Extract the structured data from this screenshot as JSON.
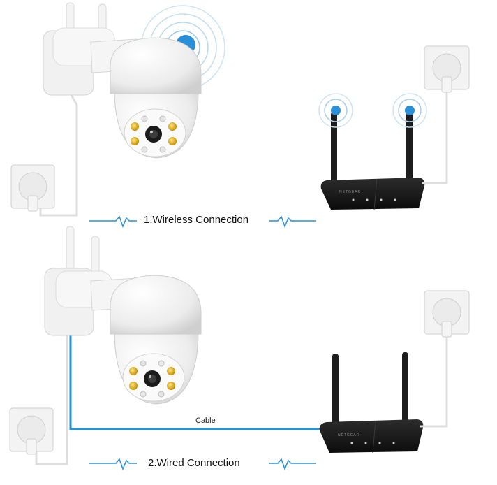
{
  "sections": [
    {
      "caption": "1.Wireless Connection",
      "brand": "NETGEAR"
    },
    {
      "caption": "2.Wired Connection",
      "cable_label": "Cable",
      "brand": "NETGEAR"
    }
  ],
  "colors": {
    "signal": "#2a8fd6",
    "cable": "#1e96d8",
    "router": "#141414",
    "camera": "#f2f2f2"
  }
}
